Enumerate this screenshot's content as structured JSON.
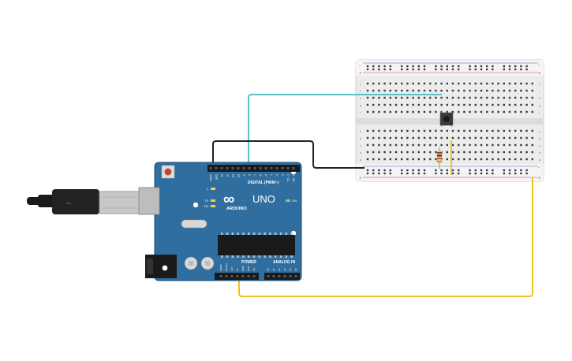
{
  "board": {
    "brand": "ARDUINO",
    "model": "UNO",
    "logo_symbol": "∞",
    "digital_label": "DIGITAL (PWM~)",
    "power_label": "POWER",
    "analog_label": "ANALOG IN",
    "on_label": "ON",
    "tx_label": "TX",
    "rx_label": "RX",
    "l_label": "L",
    "digital_pins": [
      "AREF",
      "GND",
      "13",
      "12",
      "~11",
      "~10",
      "~9",
      "8",
      "7",
      "~6",
      "~5",
      "4",
      "~3",
      "2",
      "TX→1",
      "RX←0"
    ],
    "power_pins": [
      "IOREF",
      "RESET",
      "3.3V",
      "5V",
      "GND",
      "GND",
      "Vin"
    ],
    "analog_pins": [
      "A0",
      "A1",
      "A2",
      "A3",
      "A4",
      "A5"
    ]
  },
  "breadboard": {
    "plus_symbol": "+",
    "minus_symbol": "-",
    "row_letters_top": [
      "j",
      "i",
      "h",
      "g",
      "f"
    ],
    "row_letters_bottom": [
      "e",
      "d",
      "c",
      "b",
      "a"
    ],
    "column_count": 30
  },
  "wires": {
    "signal_color": "#5bc0c8",
    "ground_color": "#222222",
    "power_color": "#f0c419"
  },
  "colors": {
    "board_blue": "#2f6e9e",
    "board_dark": "#1d4f78",
    "header_black": "#1a1a1a",
    "breadboard": "#eeeeee",
    "rail_red": "#e04040",
    "rail_blue": "#3a6fb0"
  }
}
